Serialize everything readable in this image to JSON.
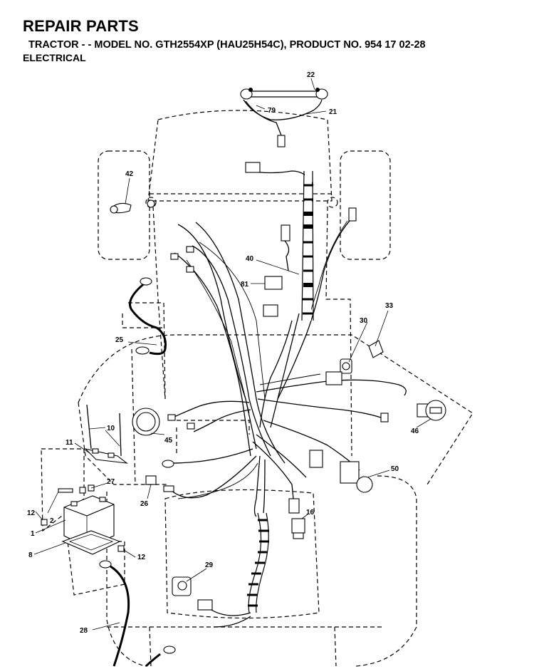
{
  "header": {
    "title": "REPAIR PARTS",
    "subtitle": "TRACTOR - - MODEL NO. GTH2554XP (HAU25H54C), PRODUCT NO. 954 17 02-28",
    "section": "ELECTRICAL"
  },
  "callouts": {
    "p1": "1",
    "p2": "2",
    "p8": "8",
    "p10": "10",
    "p11": "11",
    "p12a": "12",
    "p12b": "12",
    "p16": "16",
    "p21": "21",
    "p22": "22",
    "p25": "25",
    "p26": "26",
    "p27": "27",
    "p28": "28",
    "p29": "29",
    "p30": "30",
    "p33": "33",
    "p40": "40",
    "p42": "42",
    "p45": "45",
    "p46": "46",
    "p50": "50",
    "p79": "79",
    "p81": "81"
  }
}
